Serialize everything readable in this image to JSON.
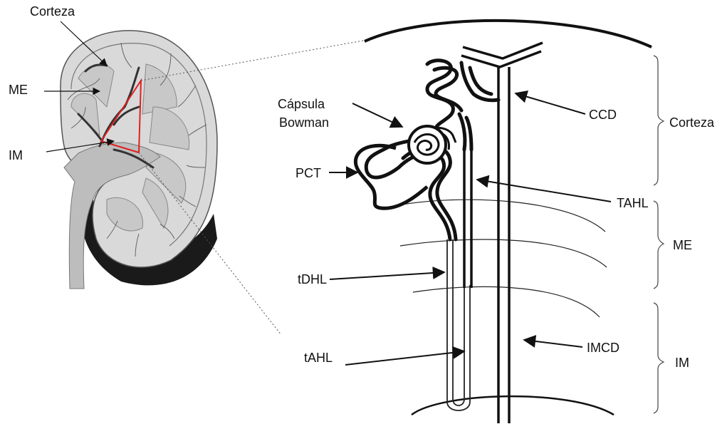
{
  "labels": {
    "kidney_corteza": "Corteza",
    "kidney_me": "ME",
    "kidney_im": "IM",
    "capsula_line1": "Cápsula",
    "capsula_line2": "Bowman",
    "pct": "PCT",
    "tdhl": "tDHL",
    "tahl": "tAHL",
    "ccd": "CCD",
    "tahl_thick": "TAHL",
    "imcd": "IMCD",
    "zone_corteza": "Corteza",
    "zone_me": "ME",
    "zone_im": "IM"
  },
  "colors": {
    "highlight_triangle": "#e02020",
    "ink": "#111111",
    "kidney_fill": "#d9d9d9",
    "kidney_shadow": "#1a1a1a"
  }
}
